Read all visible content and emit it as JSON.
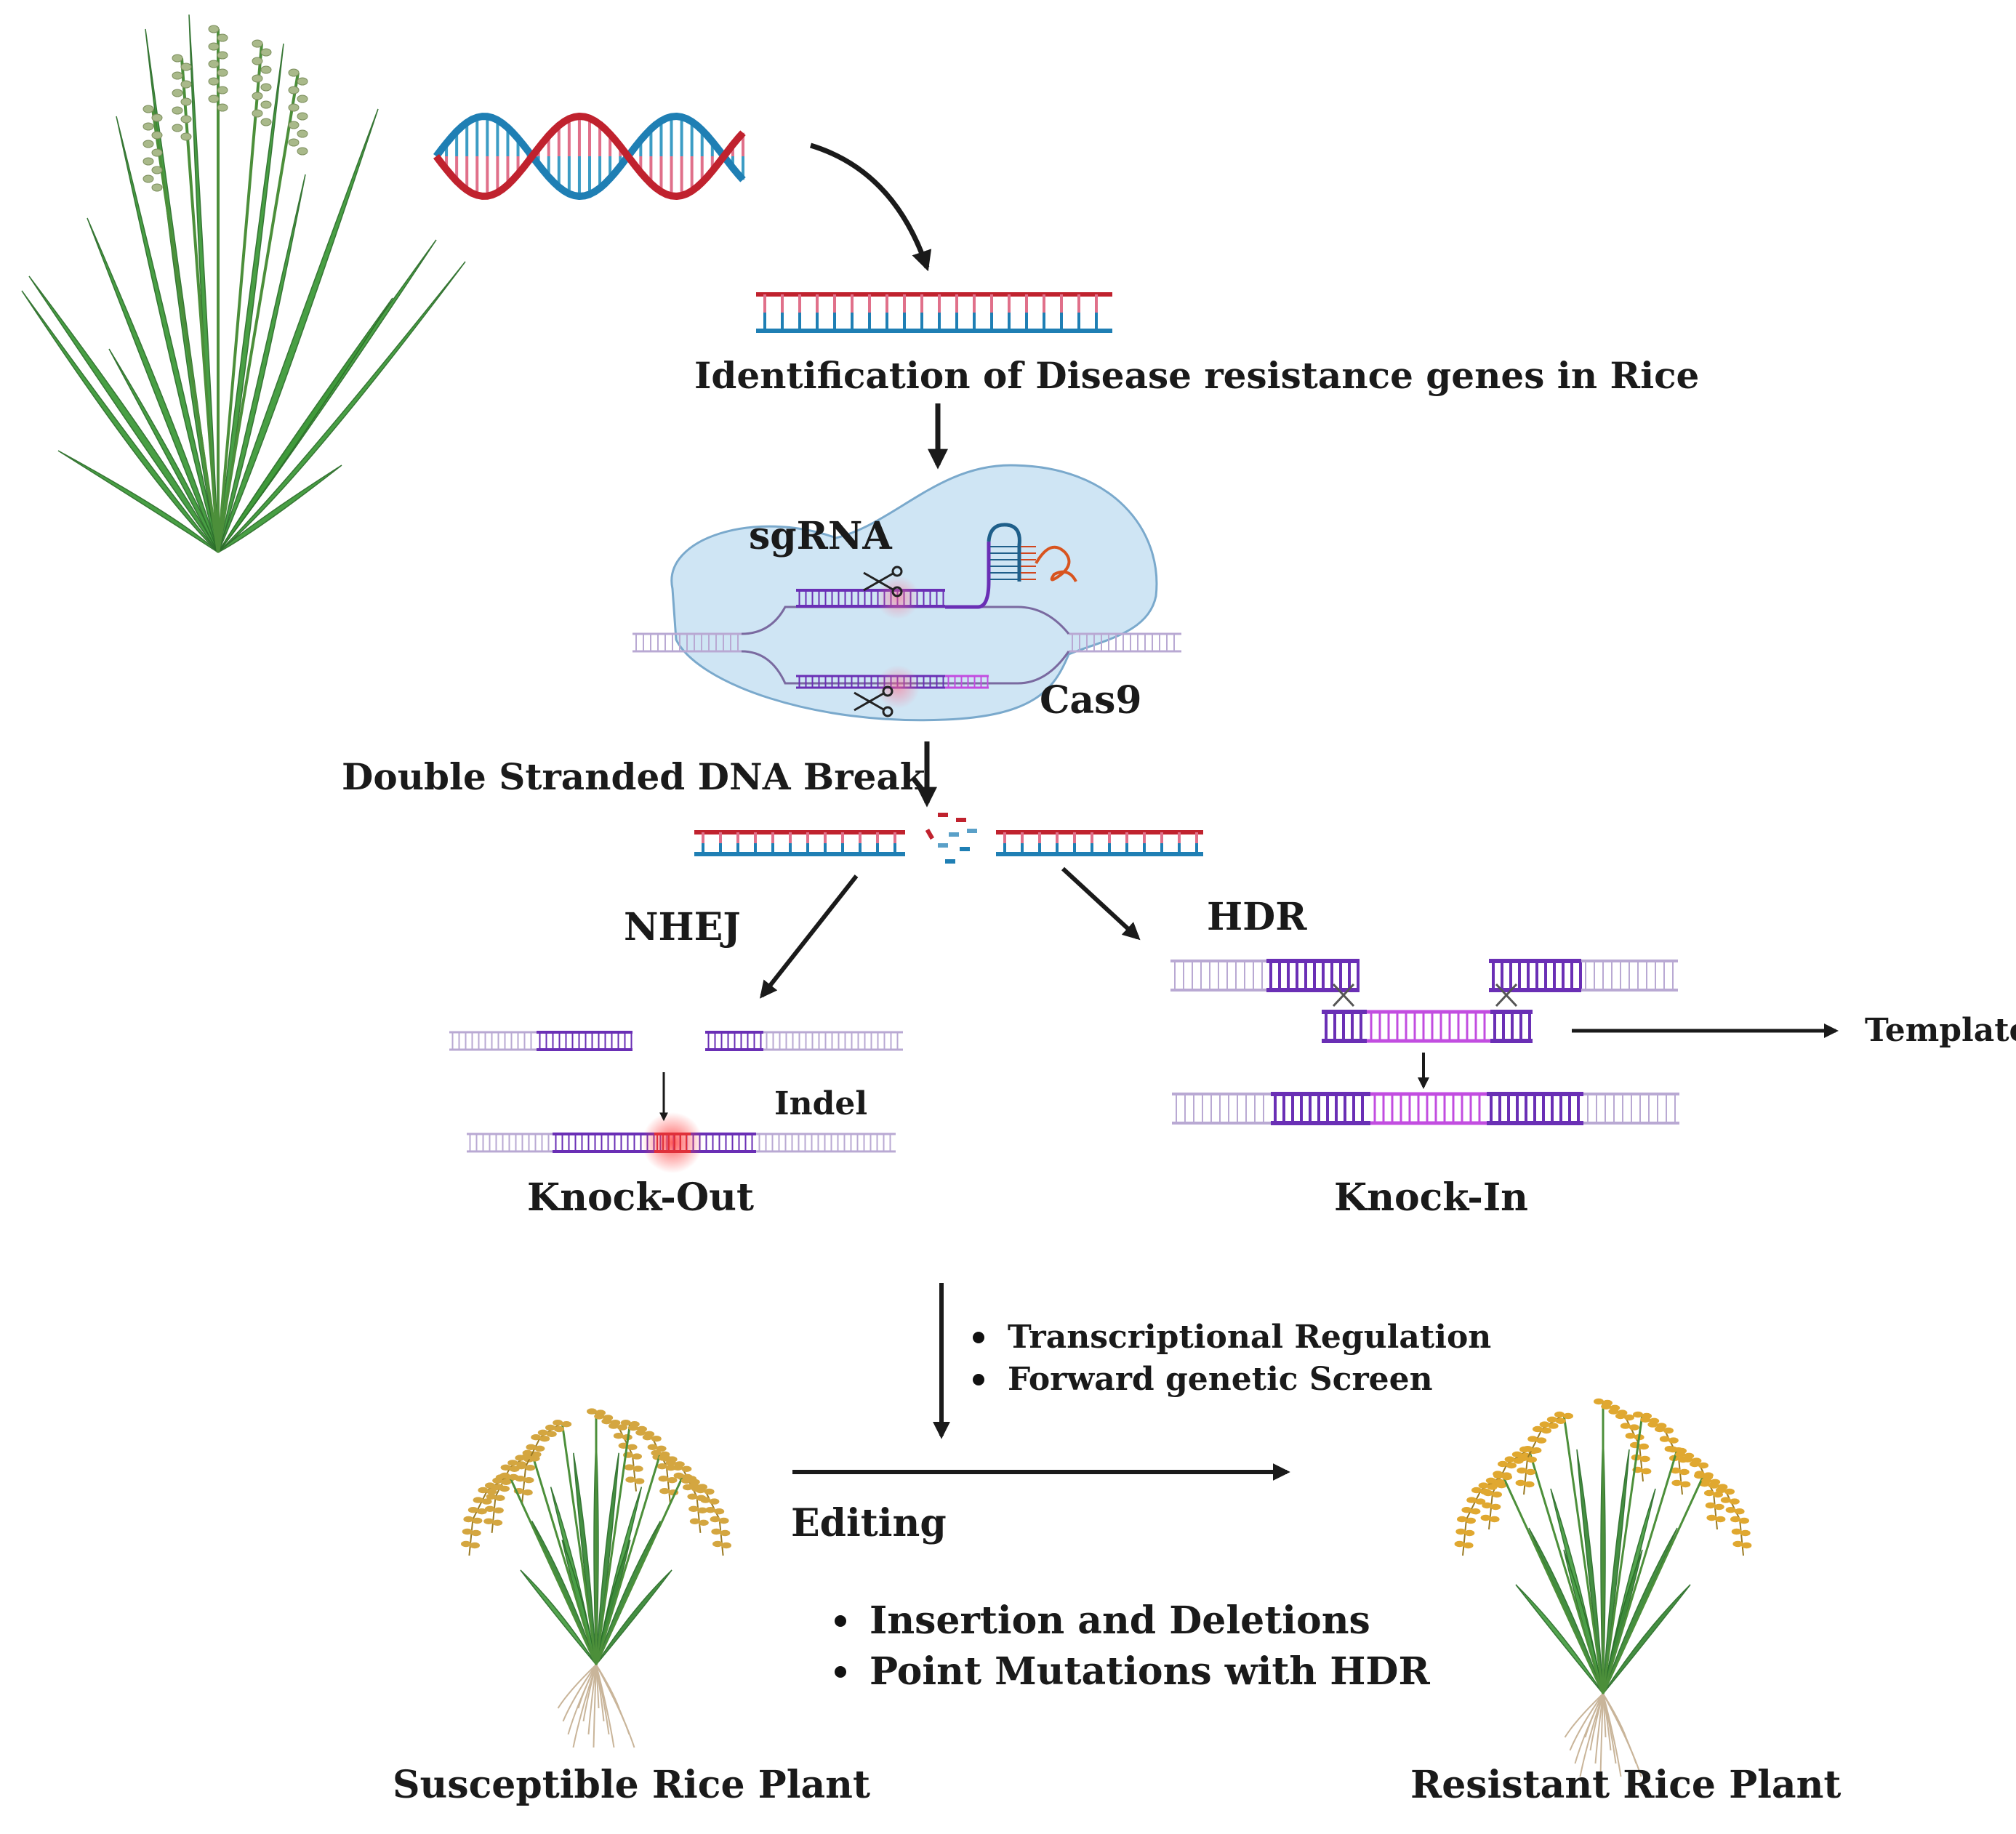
{
  "labels": {
    "identification": "Identification of Disease resistance genes in Rice",
    "sgrna": "sgRNA",
    "cas9": "Cas9",
    "dsb": "Double Stranded DNA Break",
    "nhej": "NHEJ",
    "hdr": "HDR",
    "indel": "Indel",
    "template": "Template",
    "knockout": "Knock-Out",
    "knockin": "Knock-In",
    "editing": "Editing",
    "susceptible": "Susceptible Rice Plant",
    "resistant": "Resistant Rice Plant"
  },
  "bullets_top": [
    "Transcriptional Regulation",
    "Forward genetic Screen"
  ],
  "bullets_bottom": [
    "Insertion and Deletions",
    "Point Mutations with HDR"
  ],
  "colors": {
    "dna_red": "#c0222e",
    "dna_blue": "#1f7fb4",
    "dna_pink": "#e0708a",
    "purple_dark": "#6a2fb5",
    "purple_light": "#b9a9d3",
    "magenta": "#c24de0",
    "leaf_green": "#3f9a3a",
    "grain_gold": "#e0a830",
    "cas9_fill": "#cfe5f4"
  },
  "icons": [
    "rice-plant-icon",
    "dna-helix-icon",
    "scissors-icon",
    "rice-plant-susceptible-icon",
    "rice-plant-resistant-icon"
  ]
}
